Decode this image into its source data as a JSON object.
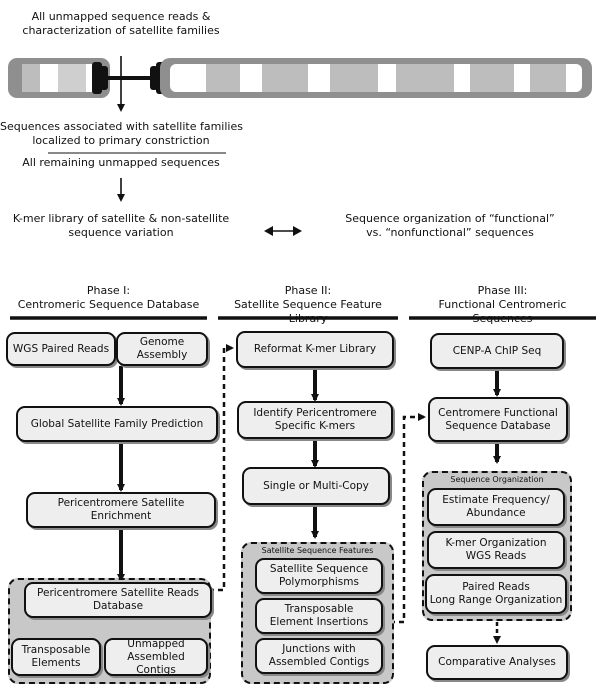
{
  "top": {
    "title_line1": "All unmapped sequence reads  &",
    "title_line2": "characterization of satellite families",
    "assoc_line1": "Sequences associated with satellite families",
    "assoc_line2": "localized to primary constriction",
    "remaining": "All remaining unmapped sequences",
    "kmer_line1": "K-mer library of satellite & non-satellite",
    "kmer_line2": "sequence variation",
    "org_line1": "Sequence organization of  “functional”",
    "org_line2": "vs.  “nonfunctional”  sequences"
  },
  "phases": [
    {
      "line1": "Phase I:",
      "line2": "Centromeric Sequence Database"
    },
    {
      "line1": "Phase II:",
      "line2": "Satellite Sequence Feature Library"
    },
    {
      "line1": "Phase III:",
      "line2": "Functional Centromeric Sequences"
    }
  ],
  "phase1": {
    "wgs": "WGS Paired Reads",
    "assembly": "Genome Assembly",
    "global": "Global Satellite Family Prediction",
    "enrich_line1": "Pericentromere Satellite",
    "enrich_line2": "Enrichment",
    "reads_db_line1": "Pericentromere Satellite Reads",
    "reads_db_line2": "Database",
    "transposable_line1": "Transposable",
    "transposable_line2": "Elements",
    "unmapped_line1": "Unmapped",
    "unmapped_line2": "Assembled Contigs"
  },
  "phase2": {
    "reformat": "Reformat K-mer Library",
    "identify_line1": "Identify Pericentromere",
    "identify_line2": "Specific K-mers",
    "single_multi": "Single or Multi-Copy",
    "features_label": "Satellite Sequence Features",
    "poly_line1": "Satellite Sequence",
    "poly_line2": "Polymorphisms",
    "te_line1": "Transposable",
    "te_line2": "Element Insertions",
    "junctions_line1": "Junctions with",
    "junctions_line2": "Assembled Contigs"
  },
  "phase3": {
    "cenpa": "CENP-A ChIP Seq",
    "func_db_line1": "Centromere Functional",
    "func_db_line2": "Sequence Database",
    "seq_org_label": "Sequence Organization",
    "estimate_line1": "Estimate Frequency/",
    "estimate_line2": "Abundance",
    "kmer_org_line1": "K-mer Organization",
    "kmer_org_line2": "WGS Reads",
    "paired_line1": "Paired Reads",
    "paired_line2": "Long Range Organization",
    "comparative": "Comparative Analyses"
  },
  "colors": {
    "box_fill": "#eeeeee",
    "group_fill": "#c8c8c8",
    "chrom_light": "#bdbdbd",
    "chrom_dark": "#9e9e9e"
  }
}
